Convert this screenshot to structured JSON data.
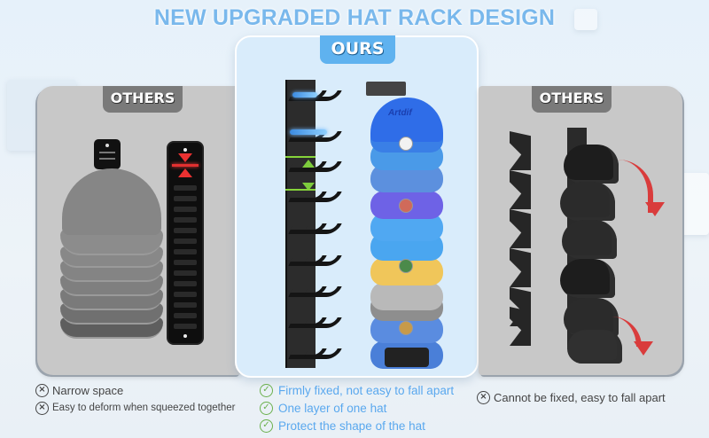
{
  "title": "NEW UPGRADED HAT RACK DESIGN",
  "colors": {
    "title_blue": "#79b8ec",
    "ours_tag": "#5fb2ef",
    "others_tag": "#7a7a7a",
    "check_green": "#6ab04c",
    "positive_text": "#5aa8ee",
    "negative_text": "#444444",
    "indicator_red": "#e23030"
  },
  "panels": {
    "left": {
      "tag": "OTHERS",
      "bullets": [
        {
          "icon": "x-circle-icon",
          "text": "Narrow space"
        },
        {
          "icon": "x-circle-icon",
          "text": "Easy to deform when squeezed together"
        }
      ]
    },
    "center": {
      "tag": "OURS",
      "hat_logo_text": "Artdif",
      "bullets": [
        {
          "icon": "check-circle-icon",
          "text": "Firmly fixed, not easy to fall apart"
        },
        {
          "icon": "check-circle-icon",
          "text": "One layer of one hat"
        },
        {
          "icon": "check-circle-icon",
          "text": "Protect the shape of the hat"
        }
      ]
    },
    "right": {
      "tag": "OTHERS",
      "bullets": [
        {
          "icon": "x-circle-icon",
          "text": "Cannot be fixed, easy to fall apart"
        }
      ]
    }
  },
  "icons": {
    "x": "×",
    "check": "✓"
  }
}
